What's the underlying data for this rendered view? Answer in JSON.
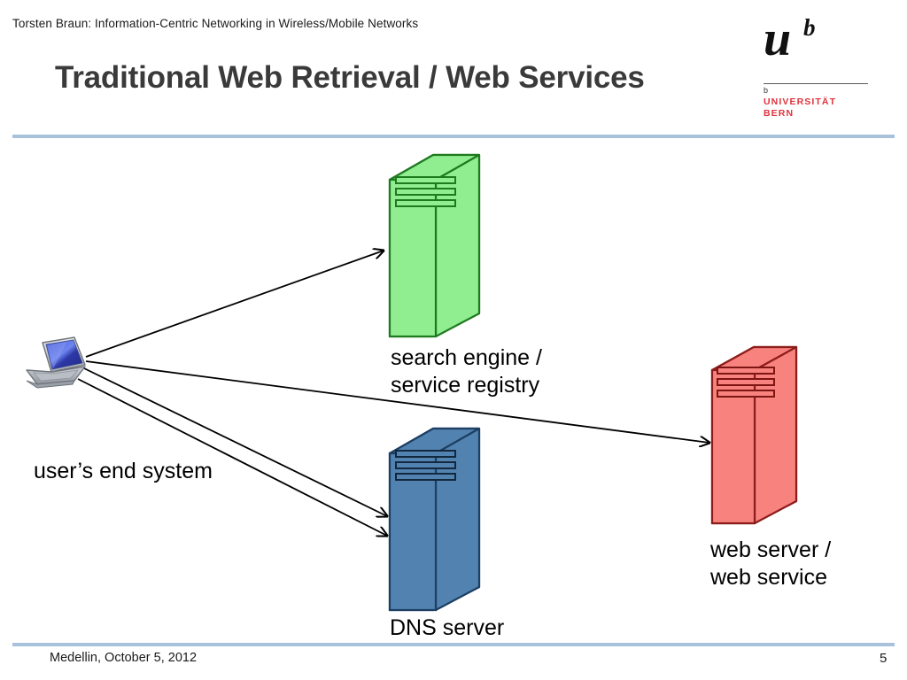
{
  "header": {
    "note": "Torsten Braun: Information-Centric Networking in Wireless/Mobile Networks",
    "title": "Traditional Web Retrieval / Web Services"
  },
  "logo": {
    "mark": "u",
    "mark_superscript": "b",
    "small_b": "b",
    "line1": "UNIVERSITÄT",
    "line2": "BERN",
    "accent_color": "#e2323c"
  },
  "footer": {
    "location_date": "Medellin, October 5, 2012",
    "page_number": "5"
  },
  "diagram": {
    "nodes": [
      {
        "id": "client",
        "type": "laptop",
        "label": "user’s end system",
        "label_lines": [
          "user’s end system"
        ]
      },
      {
        "id": "search-engine",
        "type": "server",
        "color": "#90ee90",
        "outline": "#1f7a1f",
        "label_lines": [
          "search engine /",
          "service registry"
        ]
      },
      {
        "id": "dns-server",
        "type": "server",
        "color": "#5282b0",
        "outline": "#1c3f63",
        "label_lines": [
          "DNS server"
        ]
      },
      {
        "id": "web-server",
        "type": "server",
        "color": "#f8827e",
        "outline": "#8c1d1a",
        "label_lines": [
          "web server /",
          "web service"
        ]
      }
    ],
    "arrows": [
      {
        "from": "client",
        "to": "search-engine"
      },
      {
        "from": "client",
        "to": "web-server"
      },
      {
        "from": "client",
        "to": "dns-server"
      },
      {
        "from": "client",
        "to": "dns-server"
      }
    ]
  },
  "theme": {
    "rule_color": "#a9c2dc",
    "title_color": "#3a3a3a",
    "background": "#ffffff"
  }
}
